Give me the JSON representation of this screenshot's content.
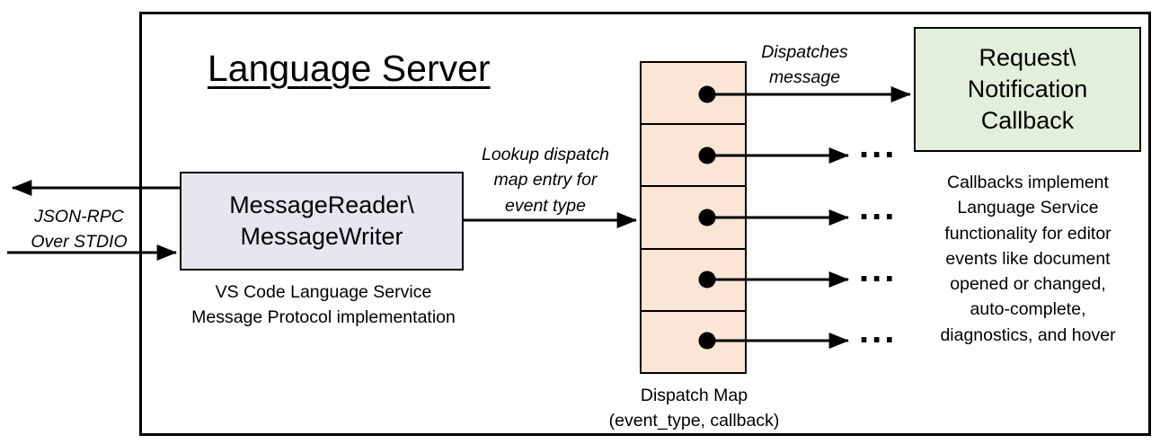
{
  "title": "Language Server",
  "stdio_label": "JSON-RPC\nOver STDIO",
  "message_box": {
    "label": "MessageReader\\\nMessageWriter",
    "caption": "VS Code Language Service\nMessage Protocol implementation"
  },
  "lookup_label": "Lookup dispatch\nmap entry for\nevent type",
  "dispatches_label": "Dispatches\nmessage",
  "callback_box": {
    "label": "Request\\\nNotification\nCallback"
  },
  "callback_note": "Callbacks implement\nLanguage Service\nfunctionality for editor\nevents like document\nopened or changed,\nauto-complete,\ndiagnostics, and hover",
  "dispatch_map_caption": "Dispatch Map\n(event_type, callback)",
  "ellipsis": "...",
  "colors": {
    "message_box_fill": "#E6E6F0",
    "dispatch_map_fill": "#FBE5D6",
    "callback_box_fill": "#E2EFDA",
    "border": "#000000"
  }
}
